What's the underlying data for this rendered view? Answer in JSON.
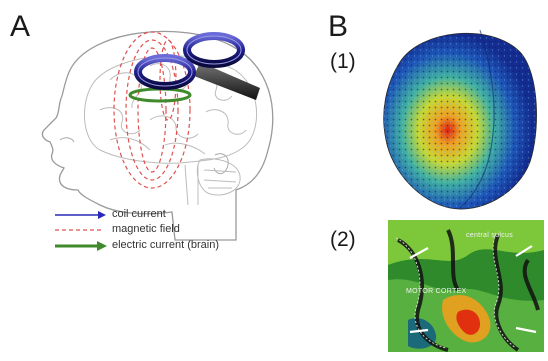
{
  "panel_a": {
    "letter": "A",
    "legend": [
      {
        "label": "coil current",
        "color": "#2a2ab8"
      },
      {
        "label": "magnetic field",
        "color": "#e05050"
      },
      {
        "label": "electric current (brain)",
        "color": "#3f8a2c"
      }
    ]
  },
  "panel_b": {
    "letter": "B",
    "sub1": "(1)",
    "sub2": "(2)",
    "annotations": [
      "central sulcus",
      "MOTOR CORTEX"
    ]
  }
}
